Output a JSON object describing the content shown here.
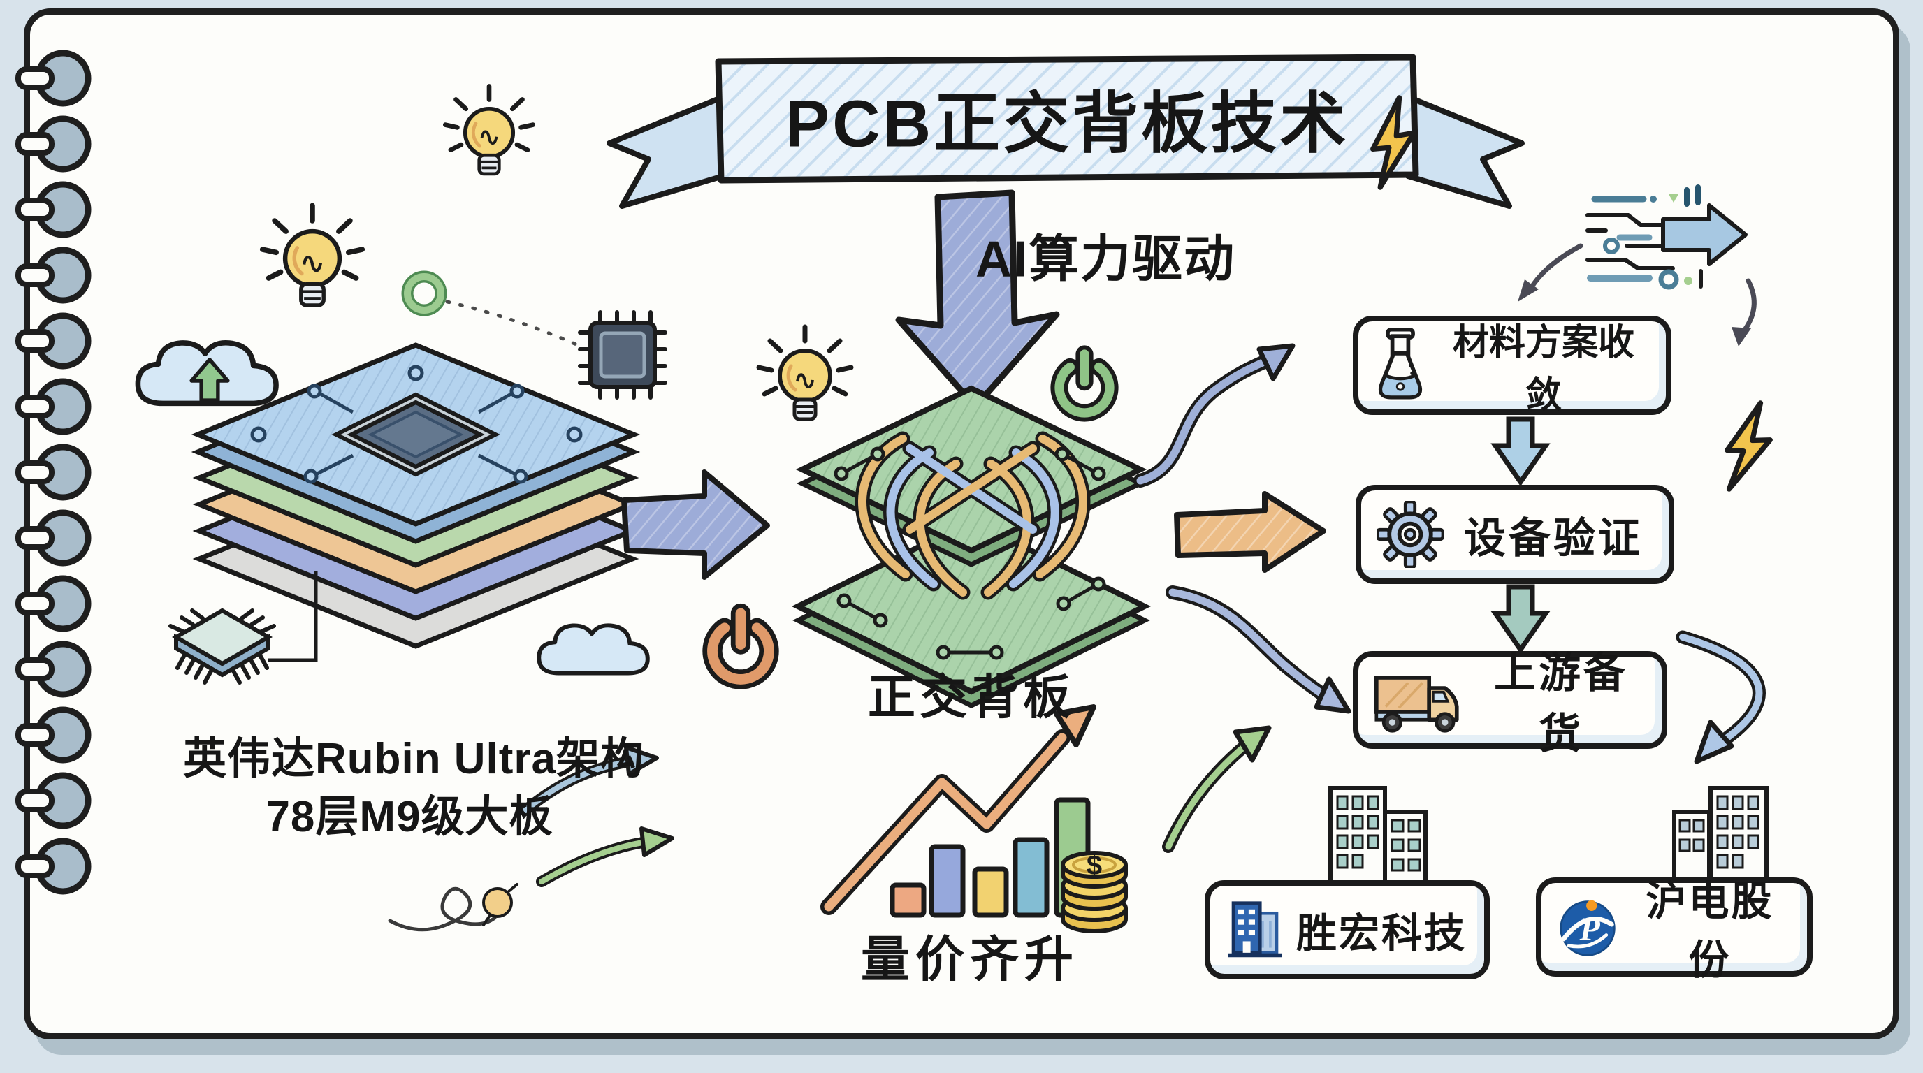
{
  "title_banner": {
    "title": "PCB正交背板技术"
  },
  "driver": {
    "label": "AI算力驱动"
  },
  "nvidia_note": {
    "line1": "英伟达Rubin Ultra架构",
    "line2": "78层M9级大板"
  },
  "backplane": {
    "label": "正交背板"
  },
  "flow_steps": [
    {
      "label": "材料方案收敛",
      "icon": "flask-icon"
    },
    {
      "label": "设备验证",
      "icon": "gear-icon"
    },
    {
      "label": "上游备货",
      "icon": "truck-icon"
    }
  ],
  "companies": [
    {
      "name": "胜宏科技",
      "icon": "buildings-logo-icon"
    },
    {
      "name": "沪电股份",
      "icon": "wus-circle-logo-icon",
      "logo_letter": "P"
    }
  ],
  "growth_chart": {
    "type": "bar",
    "label": "量价齐升",
    "bar_heights_relative": [
      26,
      59,
      40,
      65,
      100
    ],
    "bar_colors": [
      "#eda882",
      "#96a8dc",
      "#f2d270",
      "#83bdd3",
      "#9ccb90"
    ],
    "trend_arrow": "rising-zigzag",
    "coin_symbol": "$"
  },
  "decorative_icons": [
    "lightbulb-icon",
    "lightning-icon",
    "cloud-upload-icon",
    "cloud-icon",
    "bga-chip-icon",
    "qfp-chip-icon",
    "power-icon",
    "data-flow-icon",
    "coins-icon",
    "building-sketch-icon",
    "spiral-binding",
    "green-ring-icon"
  ],
  "palette": {
    "paper": "#fdfdfa",
    "background": "#d8e3eb",
    "ink": "#1b1b1b",
    "banner_blue": "#ecf4fb",
    "arrow_blue": "#9dacd8",
    "arrow_orange": "#ecbd87",
    "arrow_teal": "#a4cabf",
    "pcb_green": "#abd3ab",
    "pcb_blue": "#b4d3ee",
    "bulb_yellow": "#f5d87c",
    "coin_gold": "#f3d468"
  }
}
